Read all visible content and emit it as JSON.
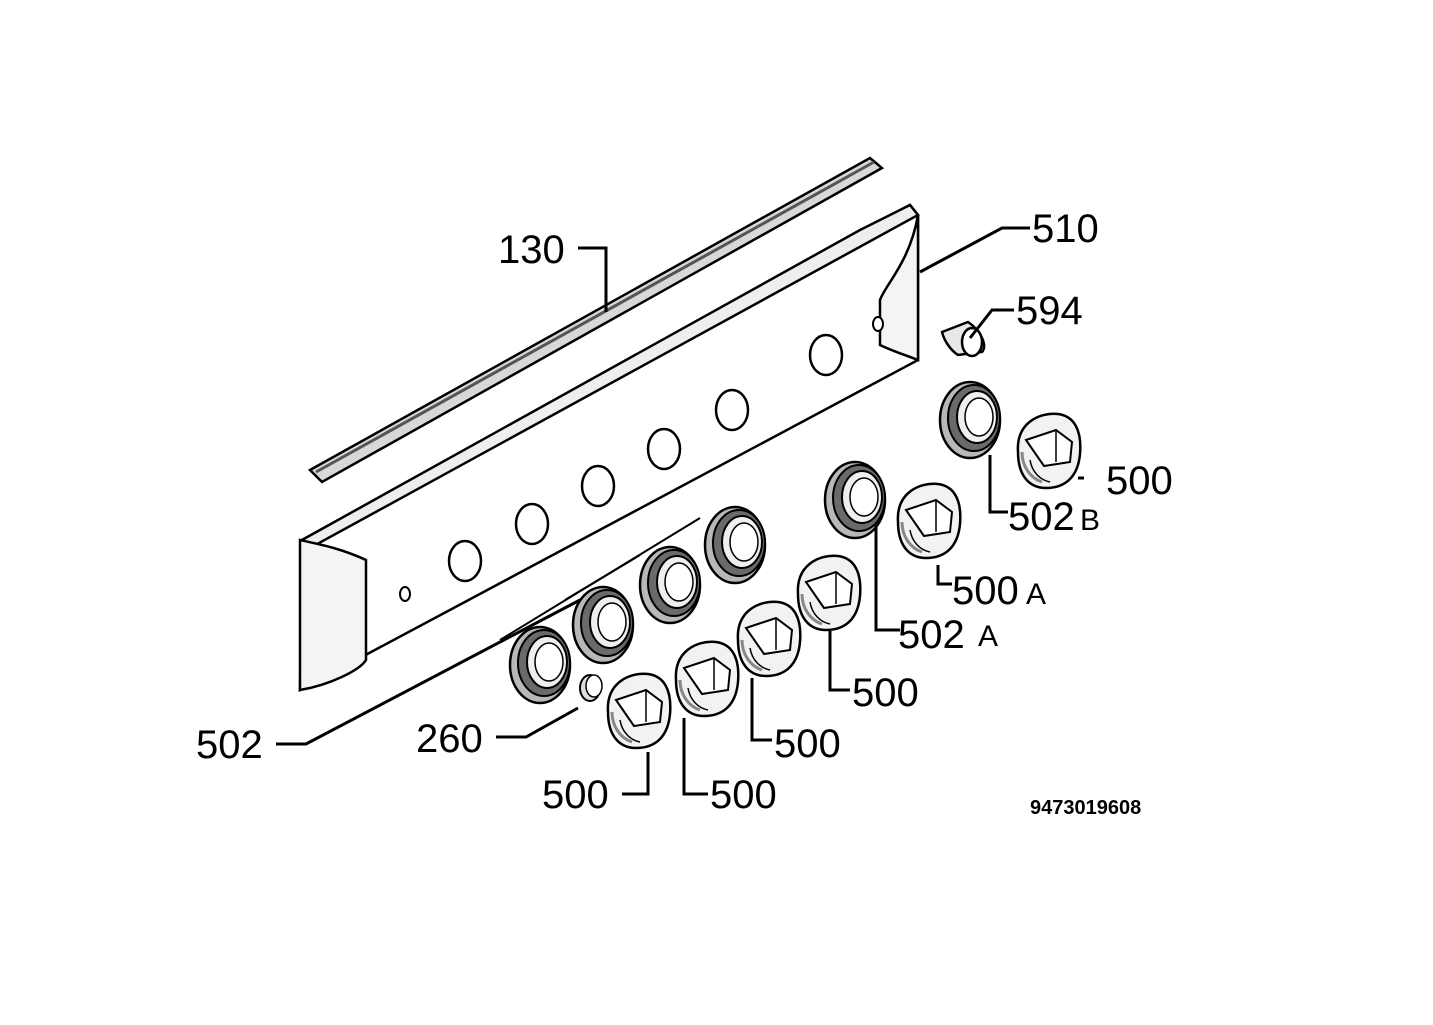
{
  "diagram": {
    "drawing_number": "9473019608",
    "callouts": {
      "strip": "130",
      "panel": "510",
      "lamp": "594",
      "ring_row": "502",
      "spring": "260",
      "knob_1": "500",
      "knob_2": "500",
      "knob_3": "500",
      "knob_4": "500",
      "knob_right": "500",
      "ring_a": "502",
      "ring_a_suffix": "A",
      "ring_b": "502",
      "ring_b_suffix": "B",
      "knob_a": "500",
      "knob_a_suffix": "A"
    }
  }
}
